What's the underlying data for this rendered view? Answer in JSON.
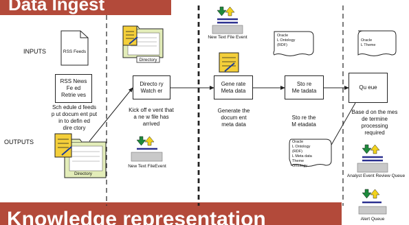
{
  "banners": {
    "top": "Data Ingest",
    "bottom": "Knowledge representation"
  },
  "labels": {
    "inputs": "INPUTS",
    "outputs": "OUTPUTS"
  },
  "icons": {
    "rss_feeds_doc": "RSS Feeds",
    "directory_top": "Directory",
    "directory_bottom": "Directory",
    "new_text_file_event_top": "New Text File Event",
    "new_text_file_event_bottom": "New Text FileEvent",
    "analyst_event_review_queue": "Analyst Event Review Queue",
    "alert_queue": "Alert Queue"
  },
  "boxes": {
    "rss_retrieves": "RSS News\nFe ed\nRetrie ves",
    "directory_watcher": "Directo ry\nWatch er",
    "generate_metadata": "Gene rate\nMeta data",
    "store_metadata": "Sto re\nMe tadata",
    "queue": "Qu eue"
  },
  "descriptions": {
    "rss": "Sch edule d feeds\np ut docum ent put\nin to defin ed\ndire ctory",
    "watcher": "Kick off e vent that\na ne w file has\narrived",
    "generate": "Generate the\ndocum ent\nmeta data",
    "store": "Sto re the\nM etadata",
    "queue": "Base d on the mes\nde termine\nprocessing\nrequired"
  },
  "databases": {
    "ontology": "Oracle\nL    Ontology\n     (RDF)",
    "theme": "Oracle\nL    Theme",
    "store": "Oracle\nL  Ontology\n    (RDF)\nL  Meta data\n    Theme\n    Ontology"
  },
  "colors": {
    "banner": "#b34a3a",
    "arrow_green": "#1e8a3c",
    "arrow_yellow": "#f2d21c",
    "queue_blue": "#2a2f8f"
  }
}
